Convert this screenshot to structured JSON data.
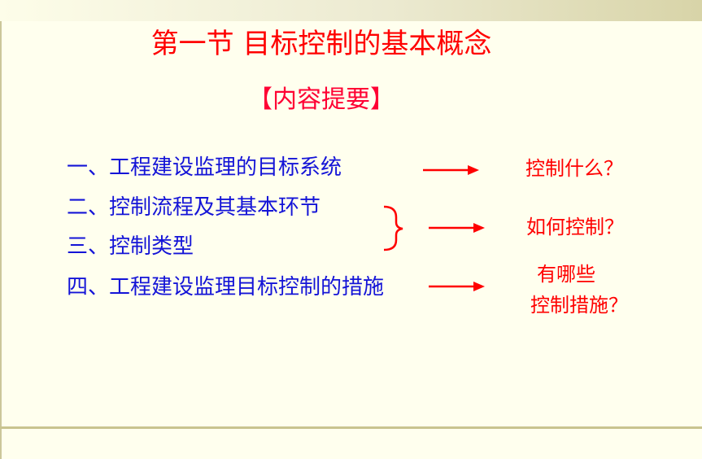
{
  "title": "第一节  目标控制的基本概念",
  "subtitle": "【内容提要】",
  "items": [
    "一、工程建设监理的目标系统",
    "二、控制流程及其基本环节",
    "三、控制类型",
    "四、工程建设监理目标控制的措施"
  ],
  "questions": {
    "what": "控制什么？",
    "how": "如何控制？",
    "measures_line1": "有哪些",
    "measures_line2": "控制措施？"
  },
  "colors": {
    "title": "#ff0000",
    "items": "#1414d7",
    "arrows": "#ff0000"
  }
}
